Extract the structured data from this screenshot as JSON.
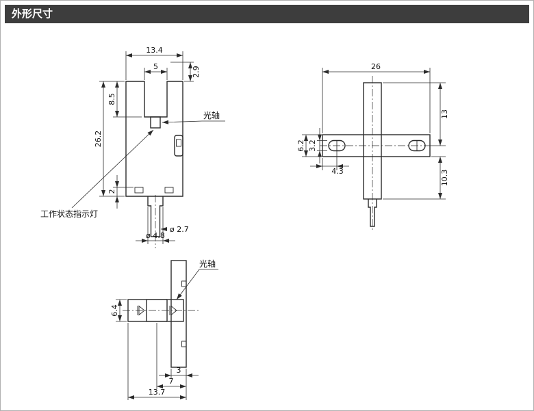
{
  "header": {
    "title": "外形尺寸"
  },
  "front": {
    "total_width": "13.4",
    "slot_width": "5",
    "top_step": "2.9",
    "slot_depth": "8.5",
    "total_height": "26.2",
    "base_step": "2",
    "cable_dia": "ø 2.7",
    "bush_dia": "ø 4.8",
    "optical_axis_label": "光轴",
    "indicator_label": "工作状态指示灯"
  },
  "side": {
    "plate_width": "26",
    "top_to_axis": "13",
    "plate_height": "6.2",
    "slot_height": "3.2",
    "slot_offset": "4.3",
    "axis_to_bottom": "10.3"
  },
  "bottom": {
    "bar_height": "6.4",
    "bar_width": "3",
    "inner_width": "7",
    "total_depth": "13.7",
    "optical_axis_label": "光轴"
  }
}
